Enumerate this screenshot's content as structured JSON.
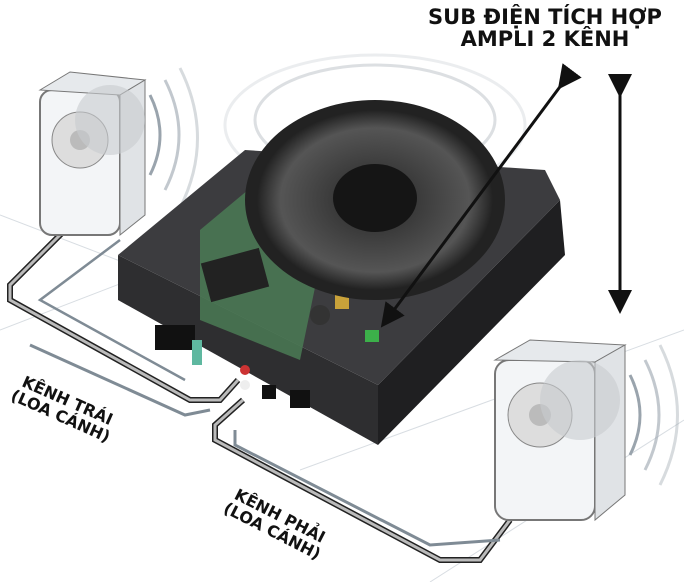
{
  "title": {
    "line1": "SUB ĐIỆN TÍCH HỢP",
    "line2": "AMPLI 2 KÊNH"
  },
  "left_channel": {
    "line1": "KÊNH TRÁI",
    "line2": "(LOA CÁNH)"
  },
  "right_channel": {
    "line1": "KÊNH PHẢI",
    "line2": "(LOA CÁNH)"
  },
  "colors": {
    "box": "#2b2b2d",
    "cable": "#7f8b95",
    "text": "#111111"
  }
}
